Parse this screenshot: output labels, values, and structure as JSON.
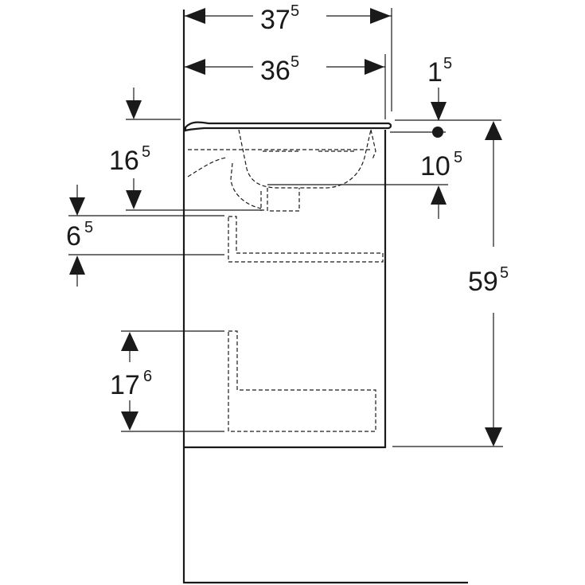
{
  "dimensions": {
    "overall_width": {
      "main": "37",
      "sup": "5"
    },
    "cabinet_width": {
      "main": "36",
      "sup": "5"
    },
    "rim_offset": {
      "main": "1",
      "sup": "5"
    },
    "top_to_waste": {
      "main": "16",
      "sup": "5"
    },
    "drain_depth": {
      "main": "10",
      "sup": "5"
    },
    "upper_drawer": {
      "main": "6",
      "sup": "5"
    },
    "cabinet_height": {
      "main": "59",
      "sup": "5"
    },
    "lower_drawer": {
      "main": "17",
      "sup": "6"
    }
  }
}
